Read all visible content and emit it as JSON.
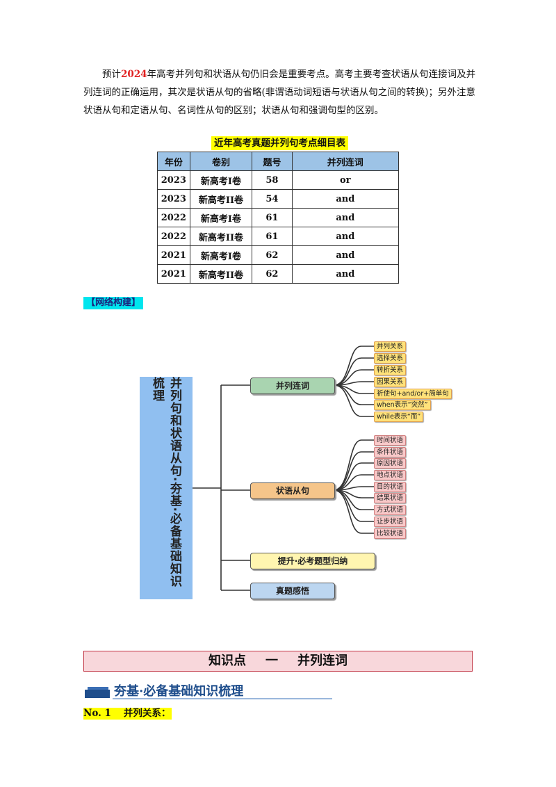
{
  "intro": {
    "prefix": "预计",
    "year": "2024",
    "body": "年高考并列句和状语从句仍旧会是重要考点。高考主要考查状语从句连接词及并列连词的正确运用，其次是状语从句的省略(非谓语动词短语与状语从句之间的转换)；另外注意状语从句和定语从句、名词性从句的区别；状语从句和强调句型的区别。"
  },
  "table": {
    "title": "近年高考真题并列句考点细目表",
    "headers": [
      "年份",
      "卷别",
      "题号",
      "并列连词"
    ],
    "rows": [
      [
        "2023",
        "新高考I卷",
        "58",
        "or"
      ],
      [
        "2023",
        "新高考II卷",
        "54",
        "and"
      ],
      [
        "2022",
        "新高考I卷",
        "61",
        "and"
      ],
      [
        "2022",
        "新高考II卷",
        "61",
        "and"
      ],
      [
        "2021",
        "新高考I卷",
        "62",
        "and"
      ],
      [
        "2021",
        "新高考II卷",
        "62",
        "and"
      ]
    ]
  },
  "network_tag": "【网络构建】",
  "mindmap": {
    "root": "并列句和状语从句·夯基·必备基础知识梳理",
    "branches": [
      "并列连词",
      "状语从句",
      "提升·必考题型归纳",
      "真题感悟"
    ],
    "leaves_conj": [
      "并列关系",
      "选择关系",
      "转折关系",
      "因果关系",
      "祈使句+and/or+简单句",
      "when表示“突然”",
      "while表示“而”"
    ],
    "leaves_adv": [
      "时间状语",
      "条件状语",
      "原因状语",
      "地点状语",
      "目的状语",
      "结果状语",
      "方式状语",
      "让步状语",
      "比较状语"
    ]
  },
  "banner": {
    "part1": "知识点",
    "part2": "一",
    "part3": "并列连词"
  },
  "subheading": "夯基·必备基础知识梳理",
  "no1": {
    "label": "No. 1",
    "text": "并列关系："
  }
}
